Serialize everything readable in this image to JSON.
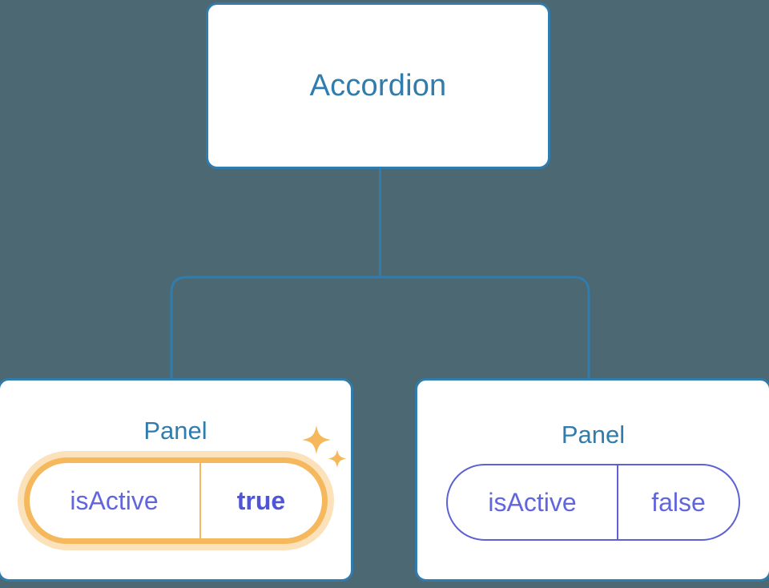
{
  "background_color": "#4c6873",
  "colors": {
    "node_border": "#2f7cad",
    "node_title": "#2f7cad",
    "node_fill": "#ffffff",
    "edge": "#2f7cad",
    "prop_text": "#6166dd",
    "prop_border": "#5c61d6",
    "highlight_ring": "#f5b85c",
    "highlight_glow": "#fbe2bb",
    "highlight_value_text": "#4f55d8",
    "sparkle": "#f5b85c"
  },
  "tree": {
    "root": {
      "title": "Accordion"
    },
    "children": [
      {
        "title": "Panel",
        "highlighted": true,
        "prop": {
          "key": "isActive",
          "value": "true"
        }
      },
      {
        "title": "Panel",
        "highlighted": false,
        "prop": {
          "key": "isActive",
          "value": "false"
        }
      }
    ]
  },
  "icons": {
    "sparkle_large": "sparkle-icon",
    "sparkle_small": "sparkle-small-icon"
  }
}
